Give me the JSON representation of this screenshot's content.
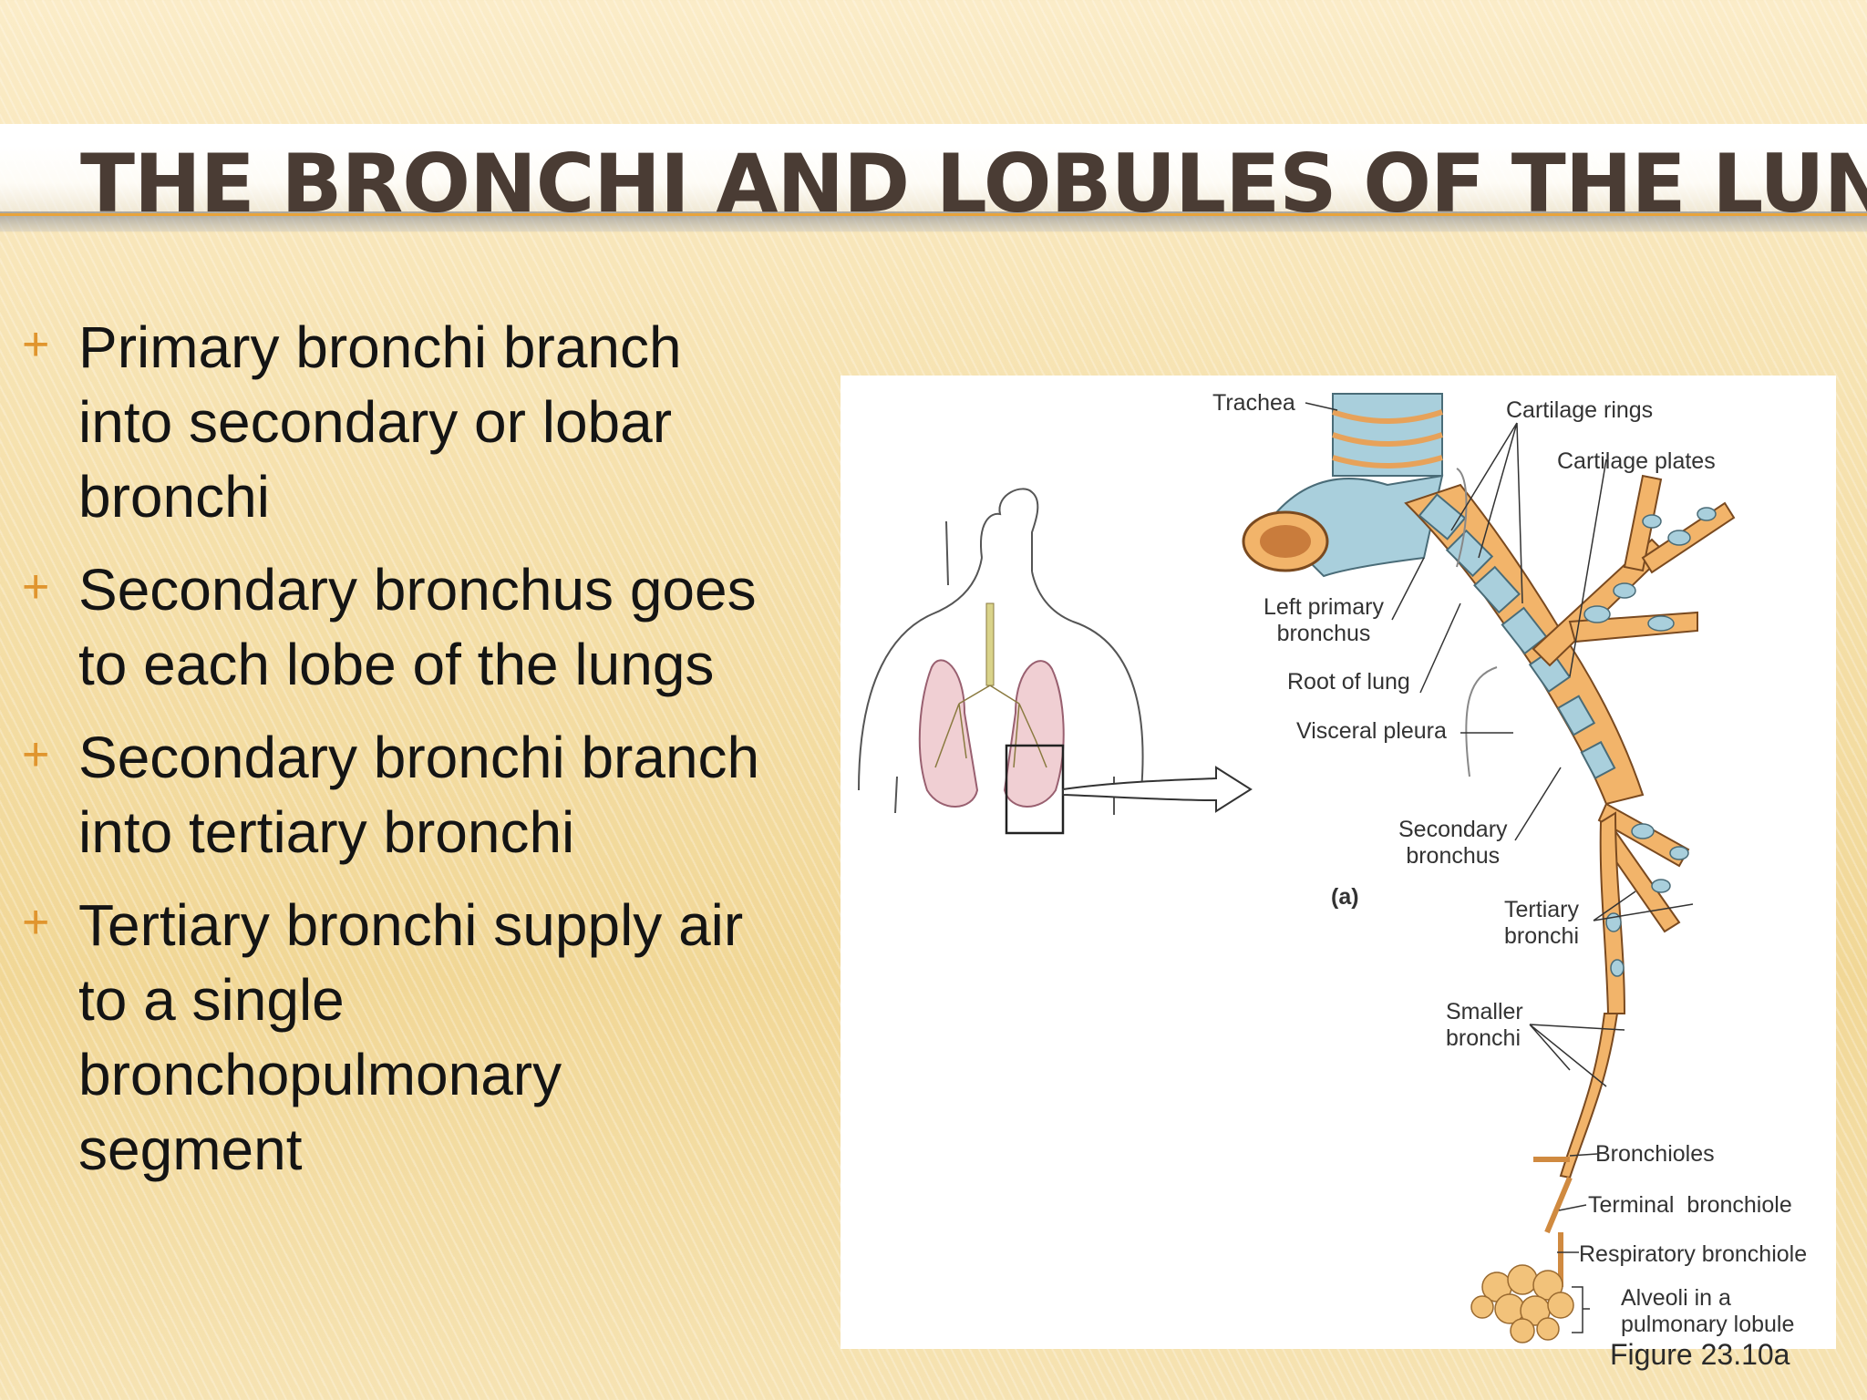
{
  "slide": {
    "title": "THE BRONCHI AND LOBULES OF THE LUNG",
    "bullet_marker": "+",
    "bullets": [
      "Primary bronchi branch into secondary or lobar bronchi",
      "Secondary bronchus goes to each lobe of the lungs",
      "Secondary bronchi branch into tertiary bronchi",
      "Tertiary bronchi supply air to a single bronchopulmonary segment"
    ],
    "figure_caption": "Figure 23.10a"
  },
  "figure": {
    "panel_label": "(a)",
    "labels": {
      "trachea": "Trachea",
      "cartilage_rings": "Cartilage rings",
      "cartilage_plates": "Cartilage plates",
      "left_primary_bronchus": "Left primary\nbronchus",
      "root_of_lung": "Root of lung",
      "visceral_pleura": "Visceral pleura",
      "secondary_bronchus": "Secondary\nbronchus",
      "tertiary_bronchi": "Tertiary\nbronchi",
      "smaller_bronchi": "Smaller\nbronchi",
      "bronchioles": "Bronchioles",
      "terminal_bronchiole": "Terminal  bronchiole",
      "respiratory_bronchiole": "Respiratory bronchiole",
      "alveoli": "Alveoli in a\npulmonary lobule"
    }
  },
  "colors": {
    "accent": "#e0952e",
    "title_text": "#4a3c34",
    "cartilage_blue": "#a9cfdc",
    "bronchus_orange": "#f2b46a"
  }
}
